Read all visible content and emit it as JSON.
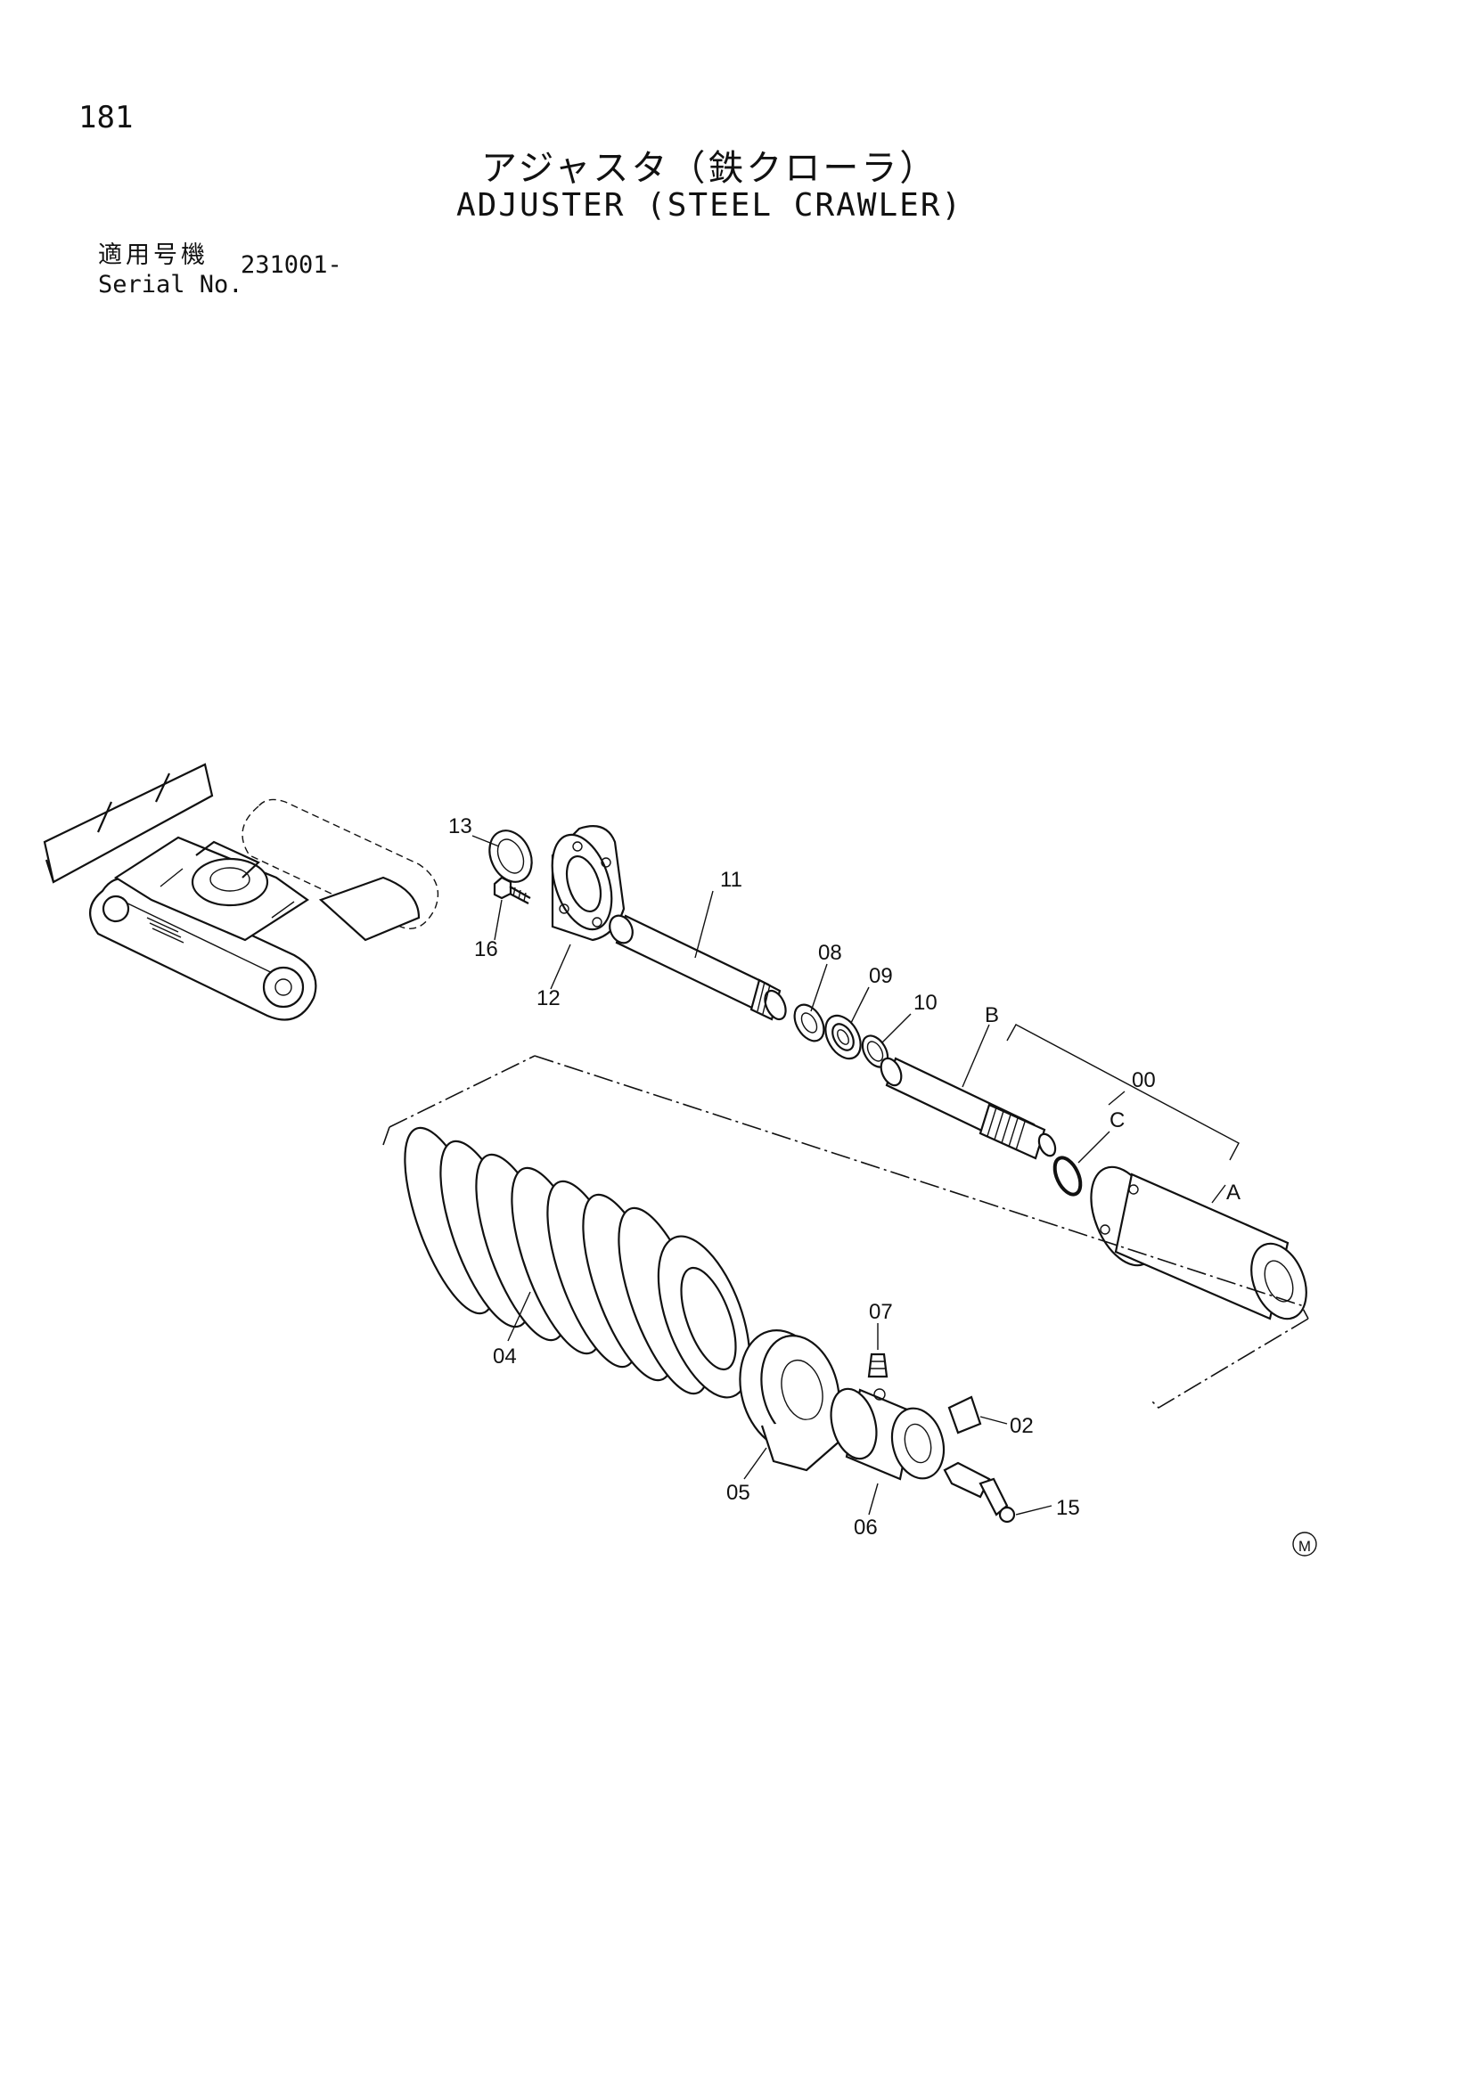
{
  "header": {
    "page_number": "181",
    "title_jp": "アジャスタ（鉄クローラ）",
    "title_en": "ADJUSTER (STEEL CRAWLER)",
    "serial_label_jp": "適用号機",
    "serial_label_en": "Serial No.",
    "serial_value": "231001-"
  },
  "callouts": {
    "c13": "13",
    "c16": "16",
    "c12": "12",
    "c11": "11",
    "c08": "08",
    "c09": "09",
    "c10": "10",
    "cB": "B",
    "c00": "00",
    "cC": "C",
    "cA": "A",
    "c04": "04",
    "c07": "07",
    "c02": "02",
    "c05": "05",
    "c06": "06",
    "c15": "15"
  },
  "mark": "M"
}
